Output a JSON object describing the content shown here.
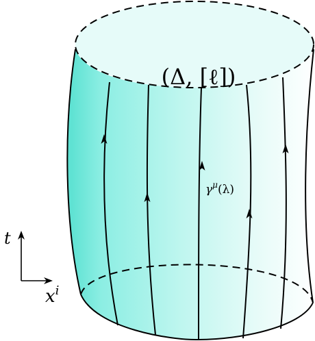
{
  "diagram": {
    "boundary_label": "(Δ, [ℓ])",
    "curve_label_symbol": "γ",
    "curve_label_superscript": "μ",
    "curve_label_argument": "(λ)",
    "axis_vertical_label": "t",
    "axis_horizontal_symbol": "x",
    "axis_horizontal_superscript": "i",
    "colors": {
      "surface_left": "#70e6d8",
      "surface_right": "#ffffff",
      "cap": "#e6fbf9",
      "stroke": "#000000"
    }
  }
}
